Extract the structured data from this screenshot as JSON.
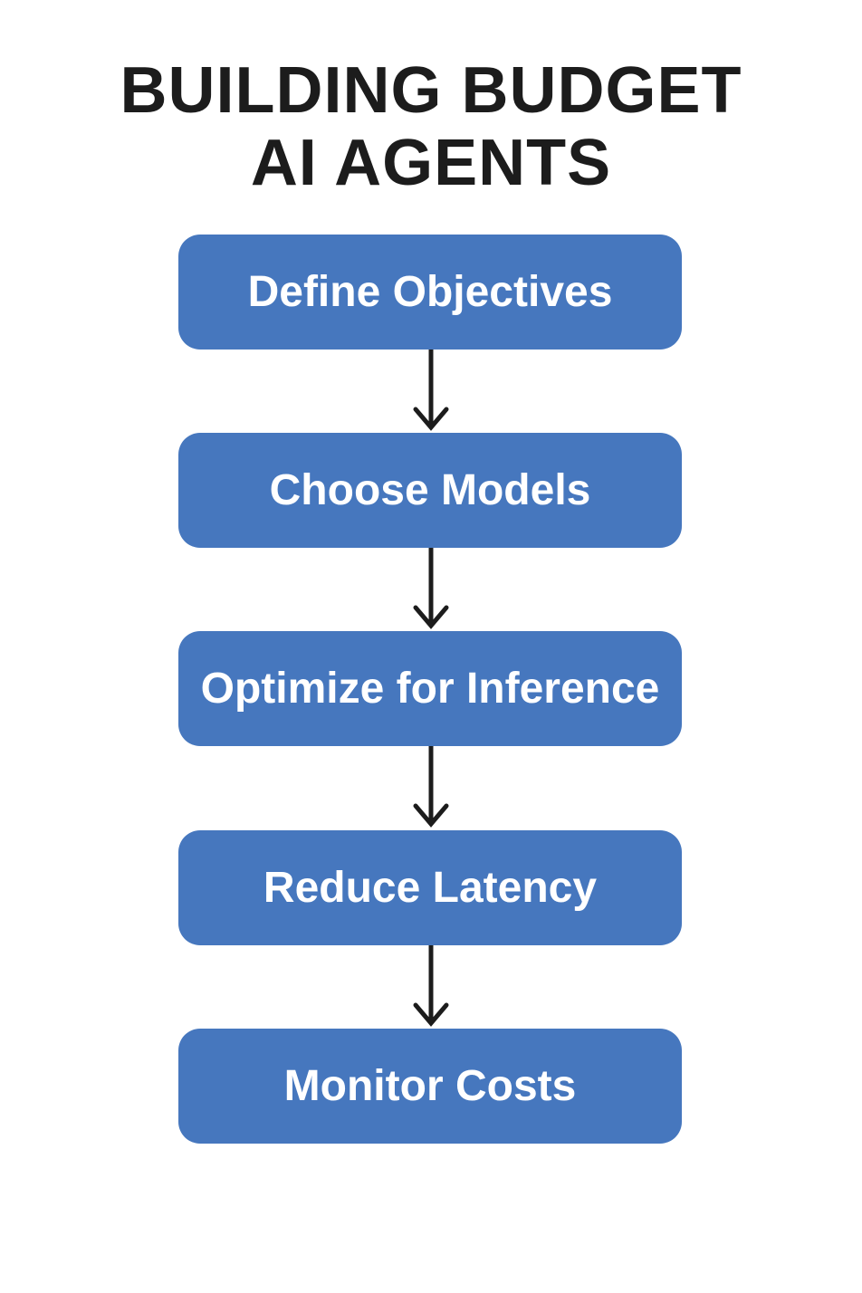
{
  "title": {
    "line1": "BUILDING BUDGET",
    "line2": "AI AGENTS"
  },
  "steps": [
    {
      "label": "Define Objectives"
    },
    {
      "label": "Choose Models"
    },
    {
      "label": "Optimize for Inference"
    },
    {
      "label": "Reduce Latency"
    },
    {
      "label": "Monitor Costs"
    }
  ],
  "colors": {
    "box": "#4677be",
    "box_text": "#ffffff",
    "title_text": "#1c1c1c",
    "arrow": "#1c1c1c"
  }
}
